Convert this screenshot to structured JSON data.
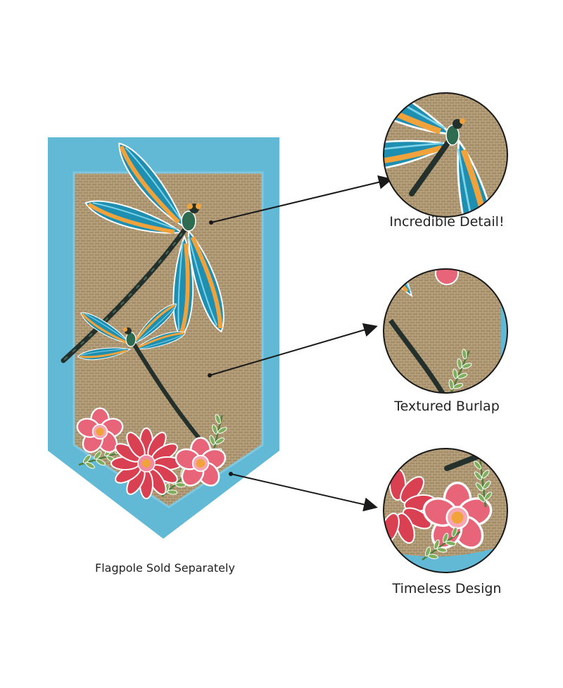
{
  "colors": {
    "flag_border": "#62b9d6",
    "burlap": "#b09a76",
    "teal": "#1e8fb1",
    "orange": "#f2a23a",
    "pink": "#e76479",
    "red": "#d94152",
    "stem": "#23302b",
    "leaf": "#7fae5c"
  },
  "caption": "Flagpole Sold Separately",
  "callouts": [
    {
      "label": "Incredible Detail!",
      "icon": "dragonfly-detail-zoom"
    },
    {
      "label": "Textured Burlap",
      "icon": "burlap-texture-zoom"
    },
    {
      "label": "Timeless Design",
      "icon": "flower-design-zoom"
    }
  ]
}
